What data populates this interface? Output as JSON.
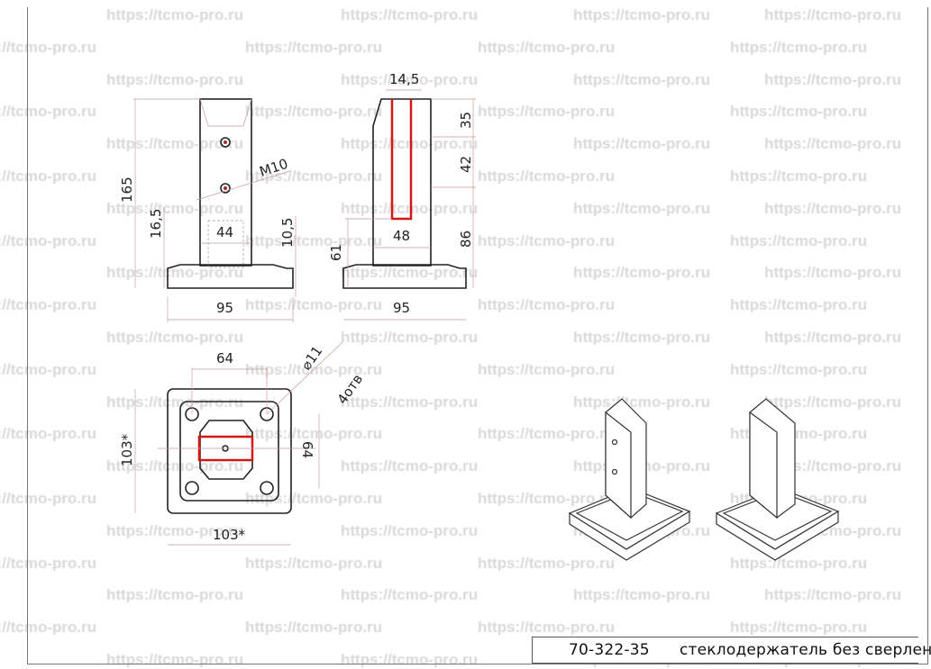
{
  "watermark": "https://tcmo-pro.ru",
  "title_block": {
    "article": "70-322-35",
    "description": "стеклодержатель без сверления"
  },
  "front_view": {
    "height": "165",
    "base_h": "16,5",
    "width_inner": "44",
    "plate": "10,5",
    "thread": "M10",
    "base_w": "95"
  },
  "side_view": {
    "slot": "14,5",
    "d1": "35",
    "d2": "42",
    "d3": "86",
    "width": "48",
    "slot_depth": "61",
    "base_w": "95"
  },
  "plan_view": {
    "hole_spacing_x": "64",
    "hole_dia": "⌀11",
    "hole_count": "4отв",
    "size_y": "103*",
    "hole_spacing_y": "64",
    "size_x": "103*"
  },
  "colors": {
    "line": "#222222",
    "accent": "#d01818",
    "watermark": "#d9d9d9"
  }
}
